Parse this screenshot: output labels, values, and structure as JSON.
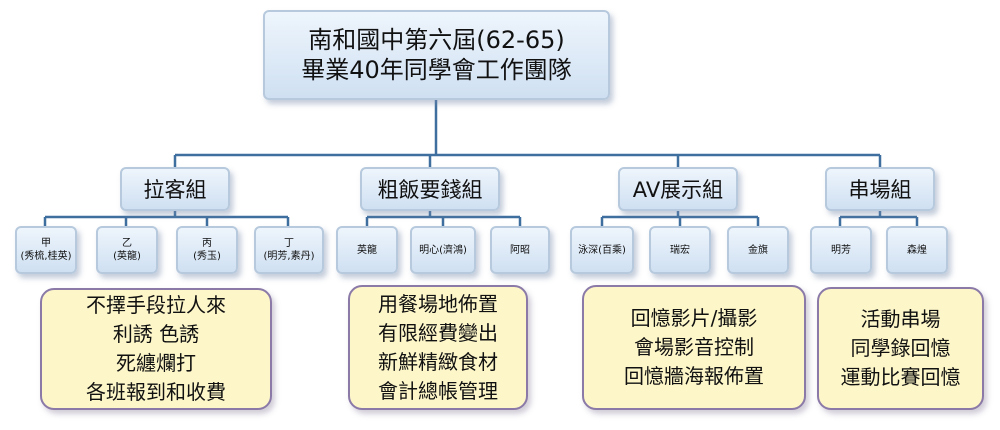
{
  "title": {
    "line1": "南和國中第六屆(62-65)",
    "line2": "畢業40年同學會工作團隊"
  },
  "groups": [
    {
      "name": "拉客組",
      "members": [
        {
          "name": "甲",
          "detail": "(秀梳,桂英)"
        },
        {
          "name": "乙",
          "detail": "(英龍)"
        },
        {
          "name": "丙",
          "detail": "(秀玉)"
        },
        {
          "name": "丁",
          "detail": "(明芳,素丹)"
        }
      ],
      "tasks": [
        "不擇手段拉人來",
        "利誘 色誘",
        "死纏爛打",
        "各班報到和收費"
      ]
    },
    {
      "name": "粗飯要錢組",
      "members": [
        {
          "name": "英龍",
          "detail": ""
        },
        {
          "name": "明心(濟鴻)",
          "detail": ""
        },
        {
          "name": "阿昭",
          "detail": ""
        }
      ],
      "tasks": [
        "用餐場地佈置",
        "有限經費變出",
        "新鮮精緻食材",
        "會計總帳管理"
      ]
    },
    {
      "name": "AV展示組",
      "members": [
        {
          "name": "泳深(百乘)",
          "detail": ""
        },
        {
          "name": "瑞宏",
          "detail": ""
        },
        {
          "name": "金旗",
          "detail": ""
        }
      ],
      "tasks": [
        "回憶影片/攝影",
        "會場影音控制",
        "回憶牆海報佈置"
      ]
    },
    {
      "name": "串場組",
      "members": [
        {
          "name": "明芳",
          "detail": ""
        },
        {
          "name": "森煌",
          "detail": ""
        }
      ],
      "tasks": [
        "活動串場",
        "同學錄回憶",
        "運動比賽回憶"
      ]
    }
  ],
  "colors": {
    "line": "#3f6f9f",
    "box_border": "#b7c9dd",
    "note_bg": "#fdf6c9",
    "note_border": "#8b7aa8"
  }
}
